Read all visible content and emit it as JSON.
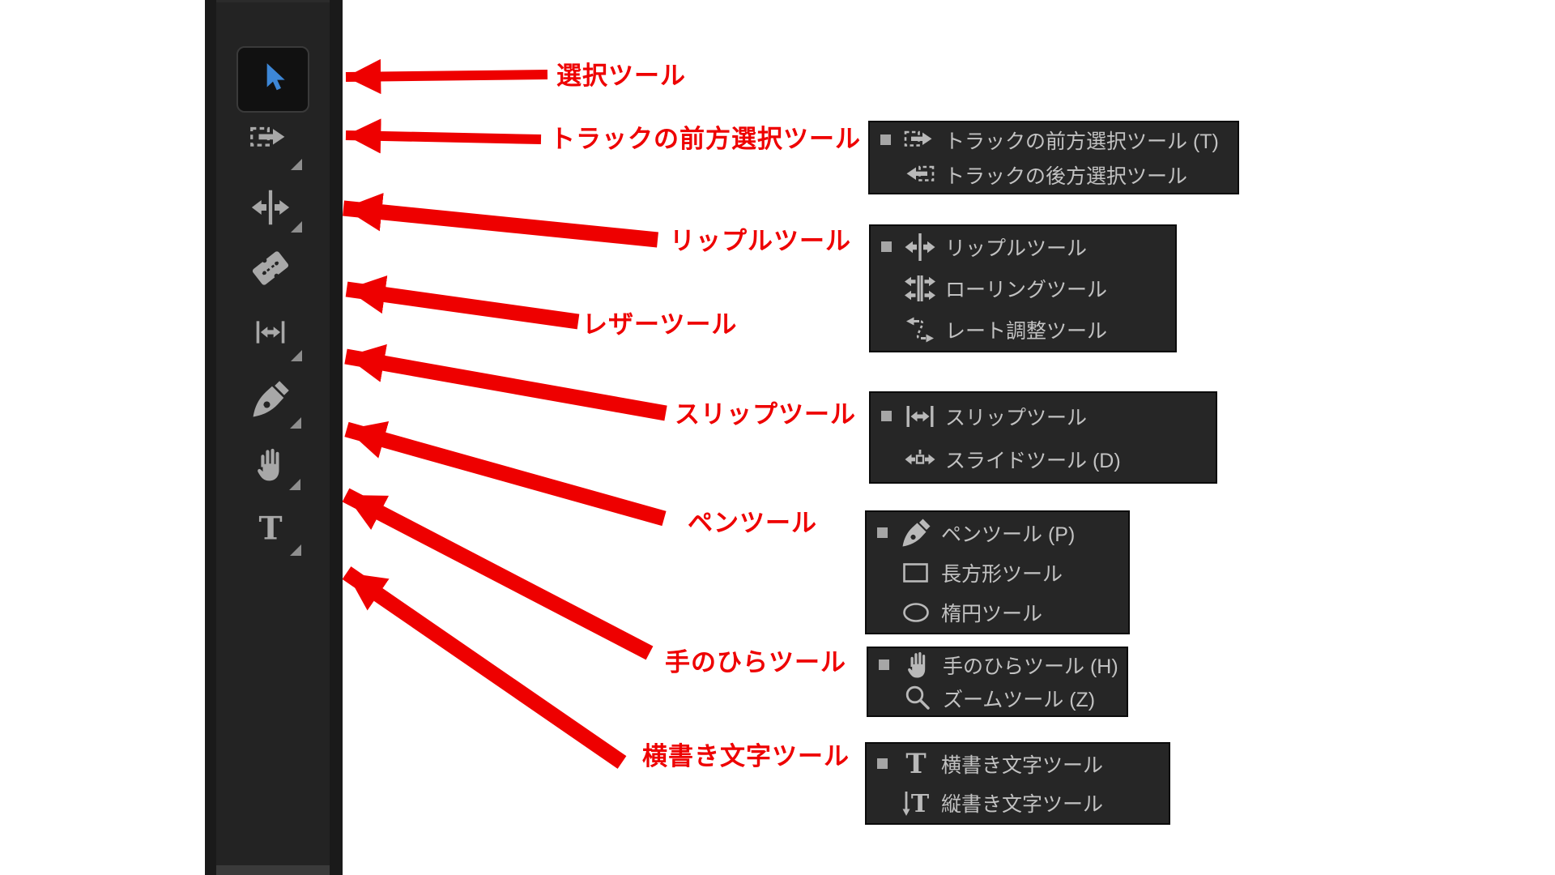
{
  "colors": {
    "page_background": "#ffffff",
    "panel_background": "#232323",
    "popup_background": "#262626",
    "popup_text": "#c2c2c2",
    "icon_gray": "#a8a8a8",
    "selection_blue": "#3d87d7",
    "annotation_red": "#ee0000"
  },
  "toolbar": {
    "tools": [
      {
        "name": "selection-tool",
        "selected": true
      },
      {
        "name": "track-select-forward-tool",
        "selected": false
      },
      {
        "name": "ripple-edit-tool",
        "selected": false
      },
      {
        "name": "razor-tool",
        "selected": false
      },
      {
        "name": "slip-tool",
        "selected": false
      },
      {
        "name": "pen-tool",
        "selected": false
      },
      {
        "name": "hand-tool",
        "selected": false
      },
      {
        "name": "type-tool",
        "selected": false
      }
    ]
  },
  "annotations": [
    {
      "text": "選択ツール"
    },
    {
      "text": "トラックの前方選択ツール"
    },
    {
      "text": "リップルツール"
    },
    {
      "text": "レザーツール"
    },
    {
      "text": "スリップツール"
    },
    {
      "text": "ペンツール"
    },
    {
      "text": "手のひらツール"
    },
    {
      "text": "横書き文字ツール"
    }
  ],
  "popups": [
    {
      "items": [
        {
          "checked": true,
          "icon": "track-select-forward-icon",
          "label": "トラックの前方選択ツール (T)"
        },
        {
          "checked": false,
          "icon": "track-select-backward-icon",
          "label": "トラックの後方選択ツール"
        }
      ]
    },
    {
      "items": [
        {
          "checked": true,
          "icon": "ripple-edit-icon",
          "label": "リップルツール"
        },
        {
          "checked": false,
          "icon": "rolling-edit-icon",
          "label": "ローリングツール"
        },
        {
          "checked": false,
          "icon": "rate-stretch-icon",
          "label": "レート調整ツール"
        }
      ]
    },
    {
      "items": [
        {
          "checked": true,
          "icon": "slip-icon",
          "label": "スリップツール"
        },
        {
          "checked": false,
          "icon": "slide-icon",
          "label": "スライドツール (D)"
        }
      ]
    },
    {
      "items": [
        {
          "checked": true,
          "icon": "pen-icon",
          "label": "ペンツール (P)"
        },
        {
          "checked": false,
          "icon": "rectangle-icon",
          "label": "長方形ツール"
        },
        {
          "checked": false,
          "icon": "ellipse-icon",
          "label": "楕円ツール"
        }
      ]
    },
    {
      "items": [
        {
          "checked": true,
          "icon": "hand-icon",
          "label": "手のひらツール (H)"
        },
        {
          "checked": false,
          "icon": "zoom-icon",
          "label": "ズームツール (Z)"
        }
      ]
    },
    {
      "items": [
        {
          "checked": true,
          "icon": "horizontal-type-icon",
          "label": "横書き文字ツール"
        },
        {
          "checked": false,
          "icon": "vertical-type-icon",
          "label": "縦書き文字ツール"
        }
      ]
    }
  ]
}
